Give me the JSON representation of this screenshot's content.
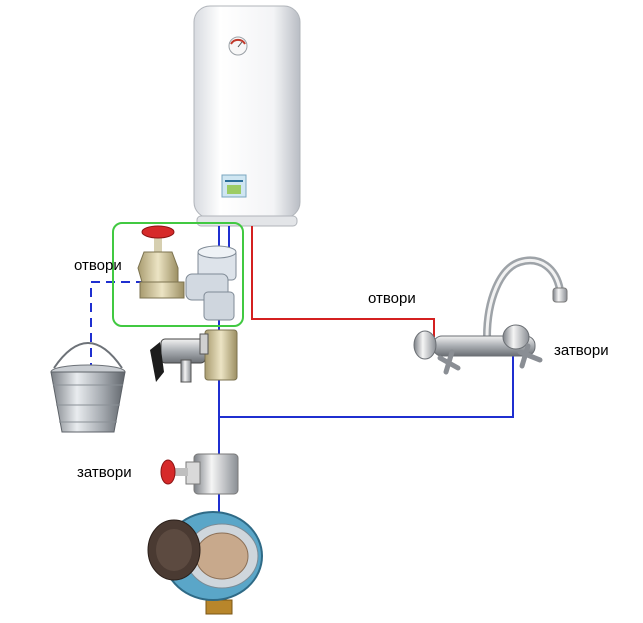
{
  "labels": {
    "open_drain_valve": "отвори",
    "open_hot_valve": "отвори",
    "close_cold_mixer": "затвори",
    "close_main_valve": "затвори"
  },
  "colors": {
    "cold_pipe": "#1f2fd0",
    "hot_pipe": "#d42020",
    "highlight_box": "#41c941"
  },
  "icons": [
    "water-heater-icon",
    "valve-icon",
    "tee-fitting-icon",
    "safety-valve-icon",
    "bucket-icon",
    "mixer-tap-icon",
    "water-meter-icon"
  ]
}
